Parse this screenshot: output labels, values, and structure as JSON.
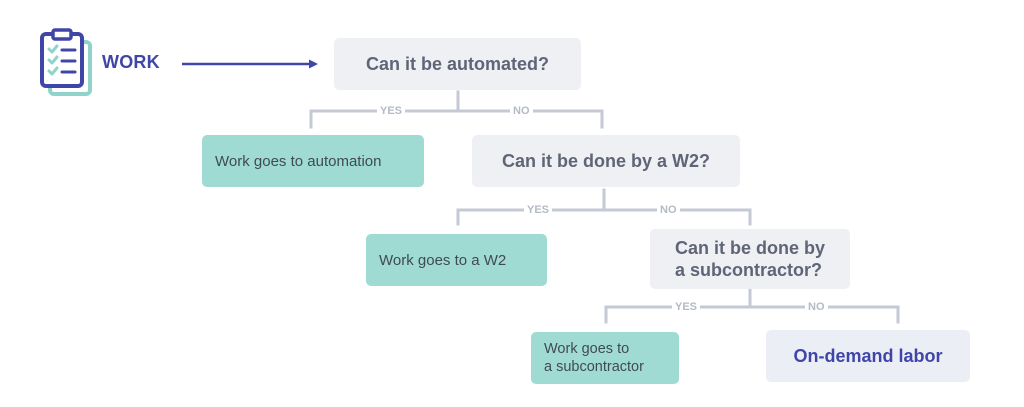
{
  "colors": {
    "question_bg": "#eef0f4",
    "question_text": "#5f6577",
    "outcome_bg": "#a0dbd3",
    "outcome_text": "#3f4a55",
    "final_bg": "#eceef6",
    "accent": "#4046a8",
    "connector": "#c5c9d6",
    "icon_secondary": "#8fd3cb"
  },
  "start": {
    "icon": "clipboard-checklist-icon",
    "label": "WORK"
  },
  "nodes": {
    "q1": "Can it be automated?",
    "q2": "Can it be done by a W2?",
    "q3": "Can it be done by\na subcontractor?",
    "out_automation": "Work goes to automation",
    "out_w2": "Work goes to a W2",
    "out_subcontractor": "Work goes to\na subcontractor",
    "final": "On-demand labor"
  },
  "branches": {
    "yes": "YES",
    "no": "NO"
  }
}
